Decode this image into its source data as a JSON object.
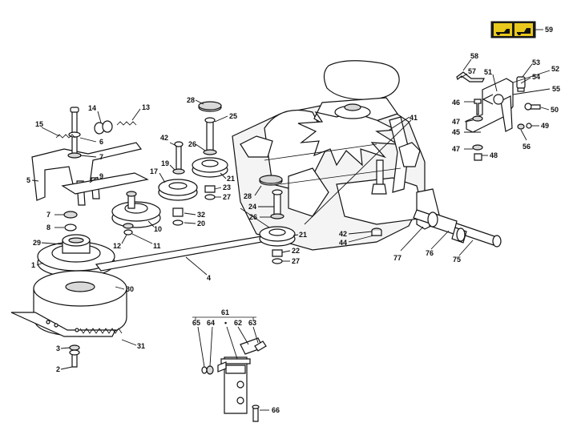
{
  "diagram": {
    "group_label": "61",
    "callouts": [
      {
        "id": "c59",
        "text": "59"
      },
      {
        "id": "c58",
        "text": "58"
      },
      {
        "id": "c57",
        "text": "57"
      },
      {
        "id": "c51",
        "text": "51"
      },
      {
        "id": "c53",
        "text": "53"
      },
      {
        "id": "c52",
        "text": "52"
      },
      {
        "id": "c54",
        "text": "54"
      },
      {
        "id": "c55",
        "text": "55"
      },
      {
        "id": "c46",
        "text": "46"
      },
      {
        "id": "c50",
        "text": "50"
      },
      {
        "id": "c47a",
        "text": "47"
      },
      {
        "id": "c45",
        "text": "45"
      },
      {
        "id": "c49",
        "text": "49"
      },
      {
        "id": "c56",
        "text": "56"
      },
      {
        "id": "c47b",
        "text": "47"
      },
      {
        "id": "c48",
        "text": "48"
      },
      {
        "id": "c41",
        "text": "41"
      },
      {
        "id": "c13",
        "text": "13"
      },
      {
        "id": "c14",
        "text": "14"
      },
      {
        "id": "c15",
        "text": "15"
      },
      {
        "id": "c6",
        "text": "6"
      },
      {
        "id": "c7a",
        "text": "7"
      },
      {
        "id": "c5",
        "text": "5"
      },
      {
        "id": "c9",
        "text": "9"
      },
      {
        "id": "c7b",
        "text": "7"
      },
      {
        "id": "c8",
        "text": "8"
      },
      {
        "id": "c10",
        "text": "10"
      },
      {
        "id": "c11",
        "text": "11"
      },
      {
        "id": "c12",
        "text": "12"
      },
      {
        "id": "c29",
        "text": "29"
      },
      {
        "id": "c1",
        "text": "1"
      },
      {
        "id": "c4",
        "text": "4"
      },
      {
        "id": "c30",
        "text": "30"
      },
      {
        "id": "c31",
        "text": "31"
      },
      {
        "id": "c3",
        "text": "3"
      },
      {
        "id": "c2",
        "text": "2"
      },
      {
        "id": "c28a",
        "text": "28"
      },
      {
        "id": "c25",
        "text": "25"
      },
      {
        "id": "c42a",
        "text": "42"
      },
      {
        "id": "c26a",
        "text": "26"
      },
      {
        "id": "c19",
        "text": "19"
      },
      {
        "id": "c17",
        "text": "17"
      },
      {
        "id": "c21a",
        "text": "21"
      },
      {
        "id": "c23",
        "text": "23"
      },
      {
        "id": "c27a",
        "text": "27"
      },
      {
        "id": "c32",
        "text": "32"
      },
      {
        "id": "c20",
        "text": "20"
      },
      {
        "id": "c28b",
        "text": "28"
      },
      {
        "id": "c24",
        "text": "24"
      },
      {
        "id": "c26b",
        "text": "26"
      },
      {
        "id": "c21b",
        "text": "21"
      },
      {
        "id": "c22",
        "text": "22"
      },
      {
        "id": "c27b",
        "text": "27"
      },
      {
        "id": "c42b",
        "text": "42"
      },
      {
        "id": "c44",
        "text": "44"
      },
      {
        "id": "c77",
        "text": "77"
      },
      {
        "id": "c76",
        "text": "76"
      },
      {
        "id": "c75",
        "text": "75"
      },
      {
        "id": "c65",
        "text": "65"
      },
      {
        "id": "c64",
        "text": "64"
      },
      {
        "id": "cdot",
        "text": "•"
      },
      {
        "id": "c62",
        "text": "62"
      },
      {
        "id": "c63",
        "text": "63"
      },
      {
        "id": "c66",
        "text": "66"
      }
    ]
  }
}
